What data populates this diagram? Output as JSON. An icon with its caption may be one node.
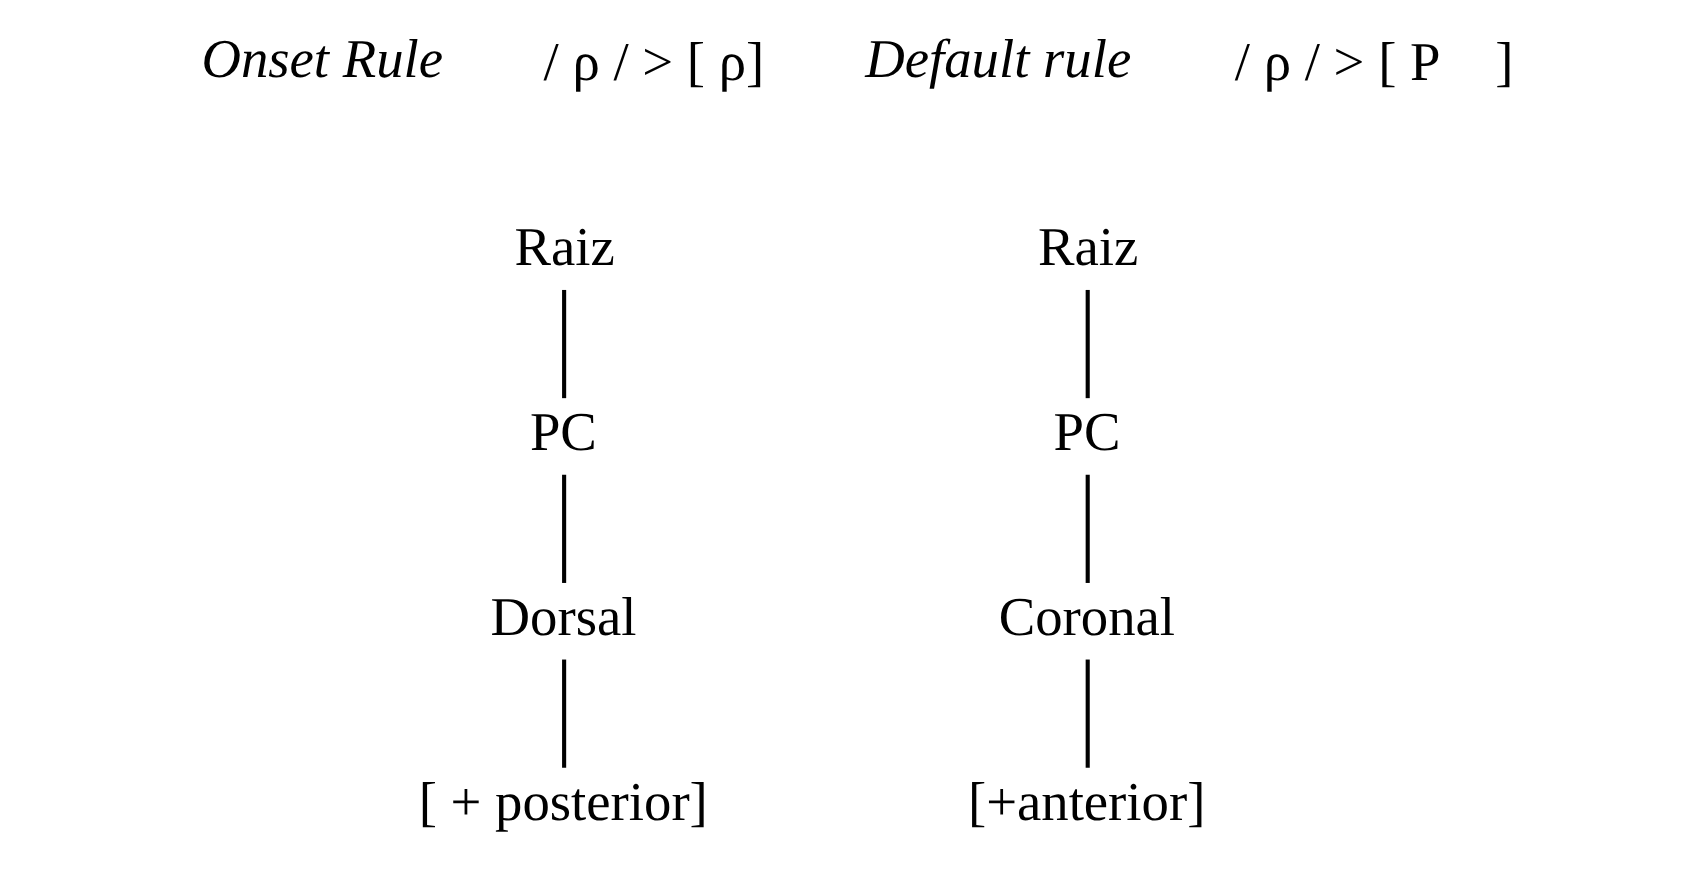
{
  "diagram": {
    "nodes": [
      {
        "text": [
          "Raiz"
        ]
      },
      {
        "text": [
          "PC"
        ]
      },
      {
        "text": [
          "Dorsal"
        ]
      },
      {
        "text": [
          "[ + posterior]"
        ]
      },
      {
        "text": [
          "Raiz"
        ]
      },
      {
        "text": [
          "PC"
        ]
      },
      {
        "text": [
          "Coronal"
        ]
      },
      {
        "text": [
          "[+anterior]"
        ]
      }
    ],
    "edges": [
      {
        "from": 0,
        "to": 1,
        "arrow": "none"
      },
      {
        "from": 1,
        "to": 2,
        "arrow": "none"
      },
      {
        "from": 2,
        "to": 3,
        "arrow": "none"
      },
      {
        "from": 4,
        "to": 5,
        "arrow": "none"
      },
      {
        "from": 5,
        "to": 6,
        "arrow": "none"
      },
      {
        "from": 6,
        "to": 7,
        "arrow": "none"
      }
    ],
    "labels": [
      "Onset Rule",
      "/ ρ / > [ ρ]",
      "Default rule",
      "/ ρ / > [ P    ]"
    ]
  }
}
